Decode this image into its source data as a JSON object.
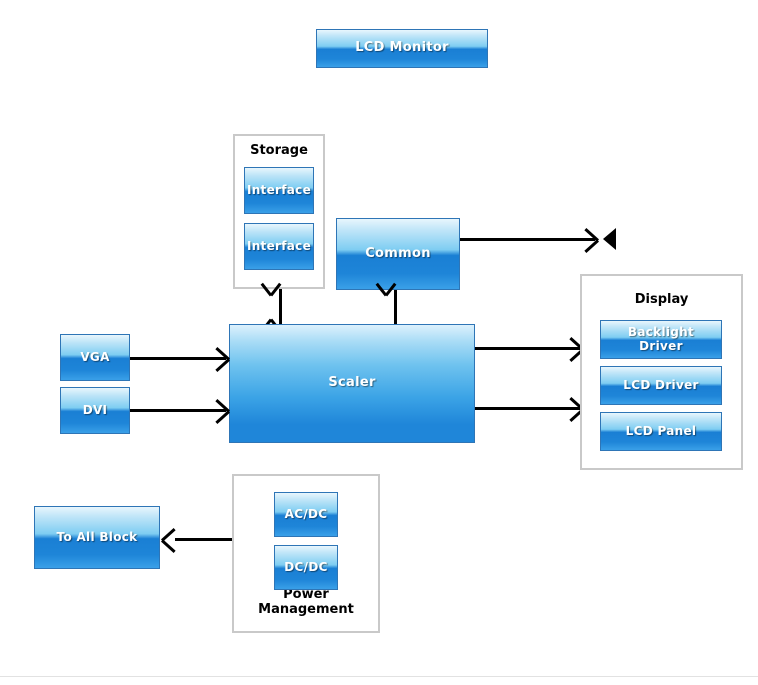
{
  "diagram": {
    "title_block": {
      "label": "LCD Monitor"
    },
    "groups": {
      "storage": {
        "title": "Storage"
      },
      "display": {
        "title": "Display"
      },
      "power": {
        "title": "Power Management"
      }
    },
    "blocks": {
      "interface_1": {
        "label": "Interface"
      },
      "interface_2": {
        "label": "Interface"
      },
      "common": {
        "label": "Common"
      },
      "scaler": {
        "label": "Scaler"
      },
      "vga": {
        "label": "VGA"
      },
      "dvi": {
        "label": "DVI"
      },
      "backlight_driver": {
        "label": "Backlight Driver"
      },
      "lcd_driver": {
        "label": "LCD Driver"
      },
      "lcd_panel": {
        "label": "LCD Panel"
      },
      "acdc": {
        "label": "AC/DC"
      },
      "dcdc": {
        "label": "DC/DC"
      },
      "to_all_block": {
        "label": "To All Block"
      }
    },
    "icons": {
      "audio_out": "speaker-icon"
    },
    "colors": {
      "block_border": "#2e75b6",
      "block_gradient_top": "#e8f6fd",
      "block_gradient_mid": "#7ecdf2",
      "block_gradient_bottom": "#1e85d8",
      "group_border": "#c9c9c9",
      "connector": "#000000",
      "background": "#ffffff",
      "text_on_block": "#ffffff",
      "text_label": "#000000"
    }
  }
}
